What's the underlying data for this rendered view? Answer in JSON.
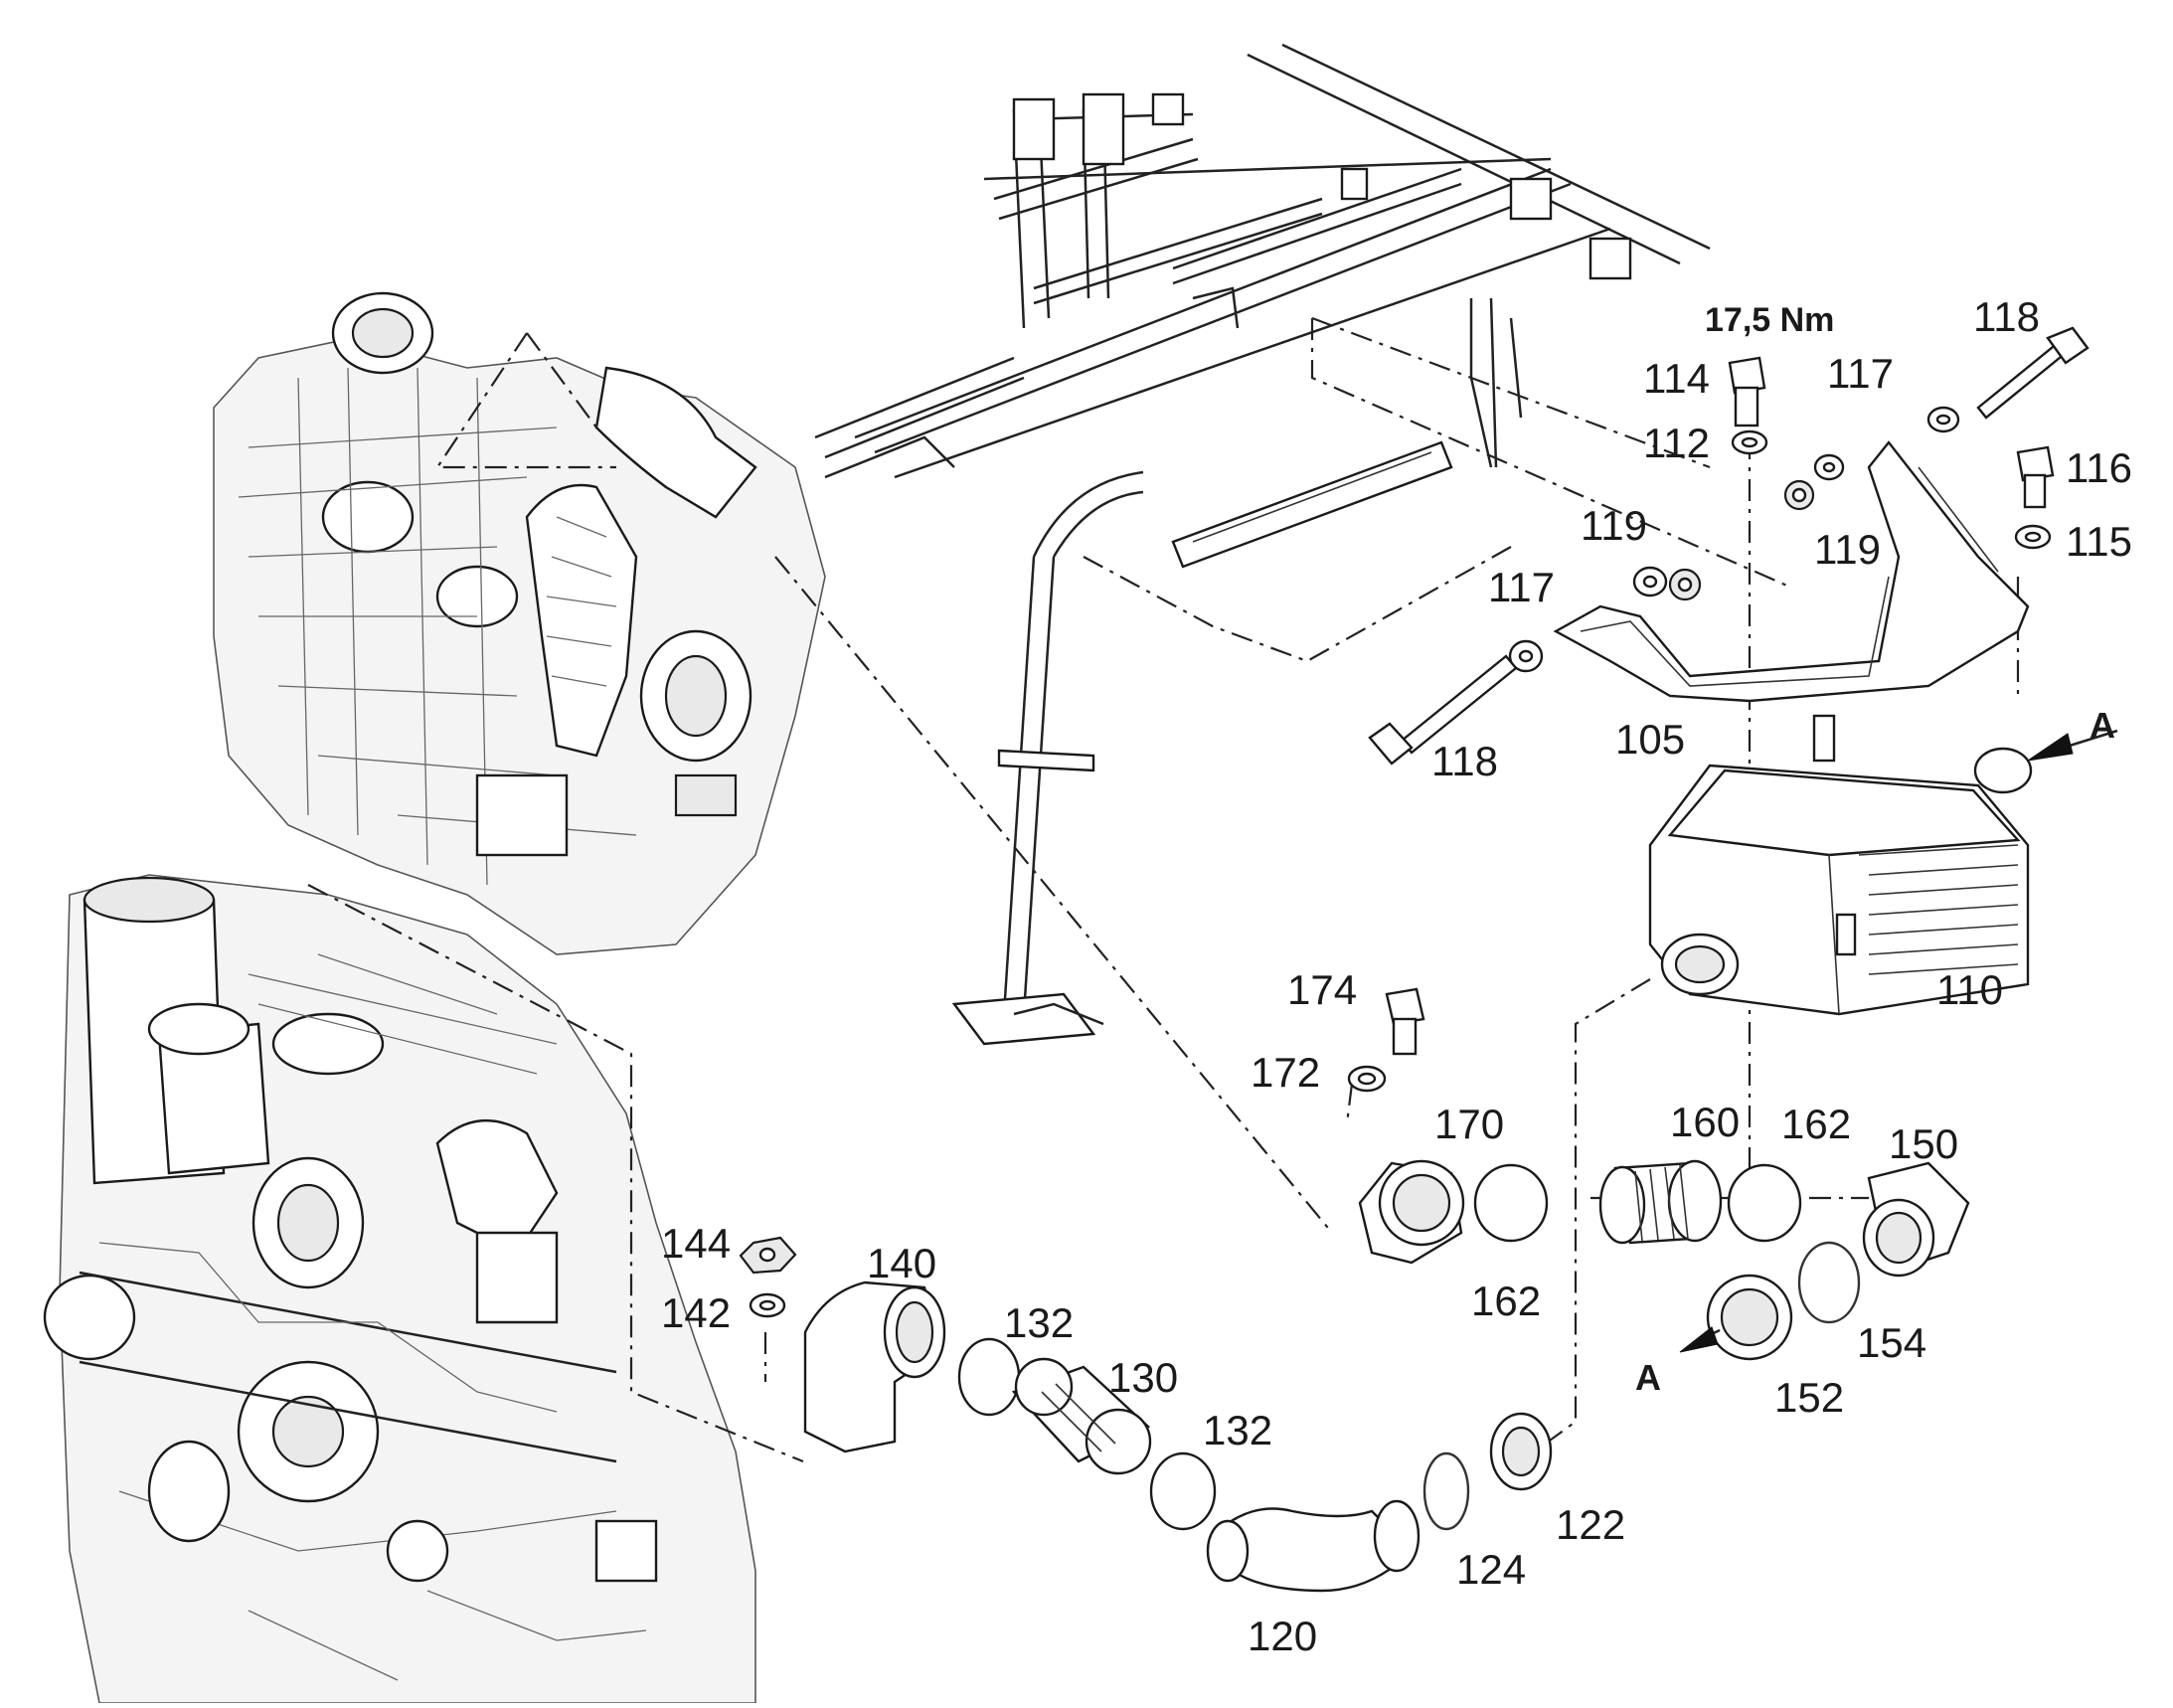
{
  "torque_note": "17,5 Nm",
  "callouts": [
    {
      "id": "c118a",
      "text": "118"
    },
    {
      "id": "c114",
      "text": "114"
    },
    {
      "id": "c117a",
      "text": "117"
    },
    {
      "id": "c112",
      "text": "112"
    },
    {
      "id": "c116",
      "text": "116"
    },
    {
      "id": "c119a",
      "text": "119"
    },
    {
      "id": "c119b",
      "text": "119"
    },
    {
      "id": "c115",
      "text": "115"
    },
    {
      "id": "c117b",
      "text": "117"
    },
    {
      "id": "c118b",
      "text": "118"
    },
    {
      "id": "c105",
      "text": "105"
    },
    {
      "id": "cA1",
      "text": "A"
    },
    {
      "id": "c110",
      "text": "110"
    },
    {
      "id": "c174",
      "text": "174"
    },
    {
      "id": "c172",
      "text": "172"
    },
    {
      "id": "c170",
      "text": "170"
    },
    {
      "id": "c160",
      "text": "160"
    },
    {
      "id": "c162a",
      "text": "162"
    },
    {
      "id": "c150",
      "text": "150"
    },
    {
      "id": "c162b",
      "text": "162"
    },
    {
      "id": "c144",
      "text": "144"
    },
    {
      "id": "c140",
      "text": "140"
    },
    {
      "id": "c142",
      "text": "142"
    },
    {
      "id": "c132a",
      "text": "132"
    },
    {
      "id": "c130",
      "text": "130"
    },
    {
      "id": "c154",
      "text": "154"
    },
    {
      "id": "cA2",
      "text": "A"
    },
    {
      "id": "c152",
      "text": "152"
    },
    {
      "id": "c132b",
      "text": "132"
    },
    {
      "id": "c122",
      "text": "122"
    },
    {
      "id": "c124",
      "text": "124"
    },
    {
      "id": "c120",
      "text": "120"
    }
  ]
}
